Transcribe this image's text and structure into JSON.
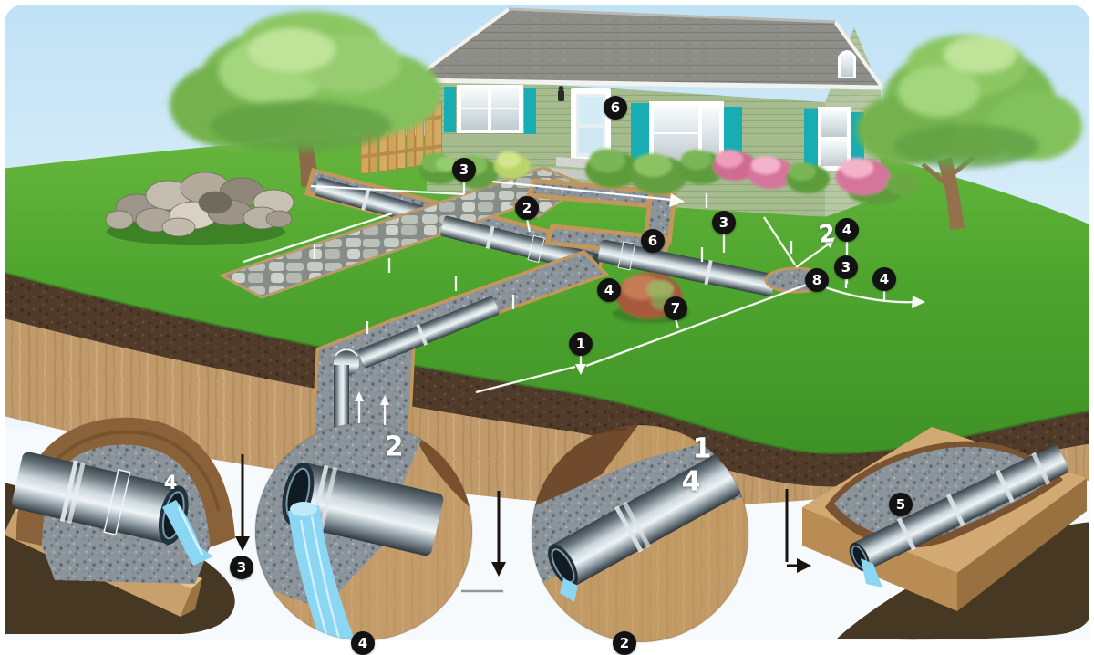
{
  "colors": {
    "sky": "#c9e6f7",
    "grass": "#4ea52e",
    "topsoil": "#503b2a",
    "subsoil": "#c09a6a",
    "dark_soil_block": "#473823",
    "gravel": "#8b949a",
    "trench_edge_tan": "#c3975c",
    "pipe_gray": "#8d9aa2",
    "water_blue": "#8ad6f3",
    "house_siding": "#a6bc8f",
    "shutters_teal": "#18adb2",
    "roof_gray": "#8f8f8a",
    "fence_wood": "#d4a75e",
    "marker_bg": "#121212",
    "marker_fg": "#ffffff"
  },
  "markers": {
    "path_left": "3",
    "trench_main": "2",
    "house_downspout": "6",
    "pipe_right": "6",
    "lawn_right_a": "3",
    "lawn_right_b": "4",
    "lawn_right_c": "3",
    "lawn_right_d": "8",
    "lawn_right_e": "4",
    "bush_center": "4",
    "lawn_center": "7",
    "front_edge": "1",
    "inset_left_step": "3",
    "inset_center_left_step": "4",
    "inset_center_right_step": "2",
    "inset_right_step": "5"
  },
  "handwritten": {
    "lawn_right": "2",
    "inset_left": "4",
    "trench_bottom": "2",
    "inset_center_right_top": "1",
    "inset_center_right_mid": "4"
  }
}
